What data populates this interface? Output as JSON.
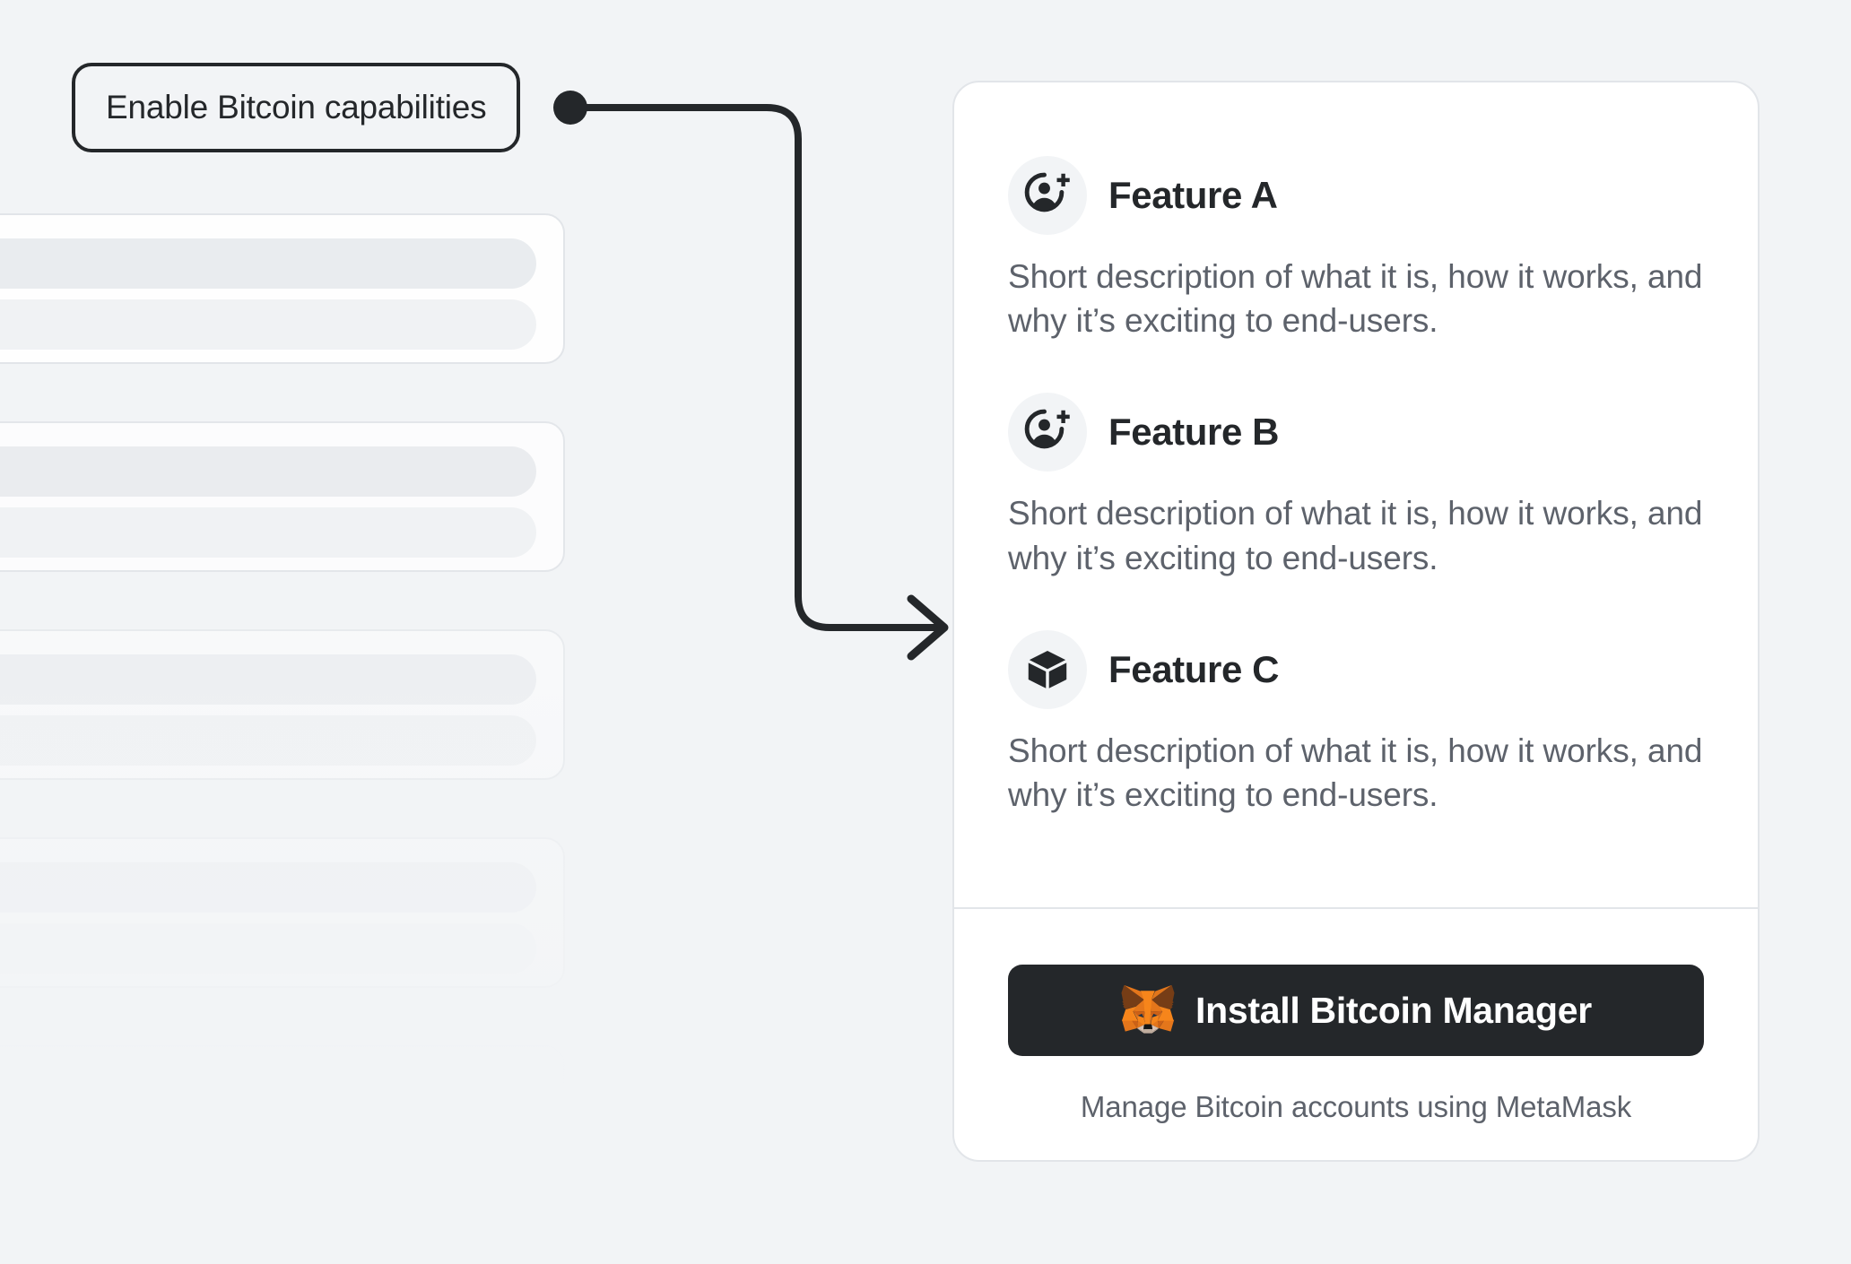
{
  "colors": {
    "background": "#F2F4F6",
    "card_background": "#FFFFFF",
    "card_border": "#E2E5E9",
    "heading_text": "#24272A",
    "body_text": "#5D626B",
    "button_background": "#24272A",
    "button_text": "#FFFFFF",
    "connector_stroke": "#24272A",
    "icon_badge_background": "#F2F4F6",
    "skeleton_bar_primary": "#E9ECEF",
    "skeleton_bar_secondary": "#F0F2F4",
    "metamask_orange": "#E88A34",
    "metamask_dark_orange": "#E2761B",
    "metamask_brown": "#763D16",
    "metamask_light": "#D7C1B3"
  },
  "callout": {
    "label": "Enable Bitcoin capabilities",
    "connector_icon": "arrow-right-icon",
    "anchor_icon": "connector-dot-icon"
  },
  "skeleton": {
    "card_count": 5,
    "bars_per_card": 2
  },
  "card": {
    "features": [
      {
        "icon": "add-user-icon",
        "title": "Feature A",
        "description": "Short description of what it is, how it works, and why it’s exciting to end-users."
      },
      {
        "icon": "add-user-icon",
        "title": "Feature B",
        "description": "Short description of what it is, how it works, and why it’s exciting to end-users."
      },
      {
        "icon": "cube-icon",
        "title": "Feature C",
        "description": "Short description of what it is, how it works, and why it’s exciting to end-users."
      }
    ],
    "install": {
      "button_label": "Install Bitcoin Manager",
      "button_icon": "metamask-fox-icon",
      "caption": "Manage Bitcoin accounts using MetaMask"
    }
  }
}
